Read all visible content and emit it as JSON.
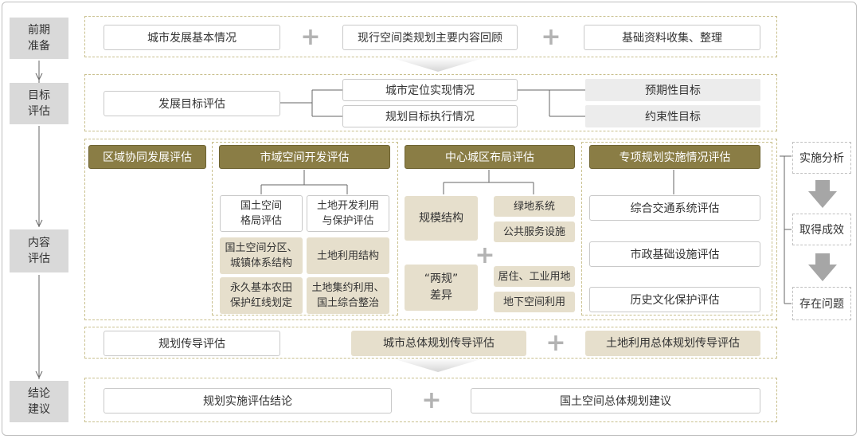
{
  "phases": {
    "prep": "前期\n准备",
    "target": "目标\n评估",
    "content": "内容\n评估",
    "conclusion": "结论\n建议"
  },
  "prep": {
    "item1": "城市发展基本情况",
    "item2": "现行空间类规划主要内容回顾",
    "item3": "基础资料收集、整理"
  },
  "target": {
    "main": "发展目标评估",
    "mid1": "城市定位实现情况",
    "mid2": "规划目标执行情况",
    "right1": "预期性目标",
    "right2": "约束性目标"
  },
  "content": {
    "col1_header": "区域协同发展评估",
    "col2_header": "市域空间开发评估",
    "col2_sub1": "国土空间\n格局评估",
    "col2_sub2": "土地开发利用\n与保护评估",
    "col2_a1": "国土空间分区、\n城镇体系结构",
    "col2_a2": "永久基本农田\n保护红线划定",
    "col2_b1": "土地利用结构",
    "col2_b2": "土地集约利用、\n国土综合整治",
    "col3_header": "中心城区布局评估",
    "col3_left1": "规模结构",
    "col3_left2": "“两规”\n差异",
    "col3_r1": "绿地系统",
    "col3_r2": "公共服务设施",
    "col3_r3": "居住、工业用地",
    "col3_r4": "地下空间利用",
    "col4_header": "专项规划实施情况评估",
    "col4_i1": "综合交通系统评估",
    "col4_i2": "市政基础设施评估",
    "col4_i3": "历史文化保护评估"
  },
  "guide": {
    "main": "规划传导评估",
    "item1": "城市总体规划传导评估",
    "item2": "土地利用总体规划传导评估"
  },
  "side": {
    "s1": "实施分析",
    "s2": "取得成效",
    "s3": "存在问题"
  },
  "conclusion": {
    "item1": "规划实施评估结论",
    "item2": "国土空间总体规划建议"
  },
  "plus_symbol": "+",
  "colors": {
    "olive": "#8a7d45",
    "tan": "#e6dfcc",
    "grey": "#ececec",
    "phase": "#d9d9d9"
  }
}
